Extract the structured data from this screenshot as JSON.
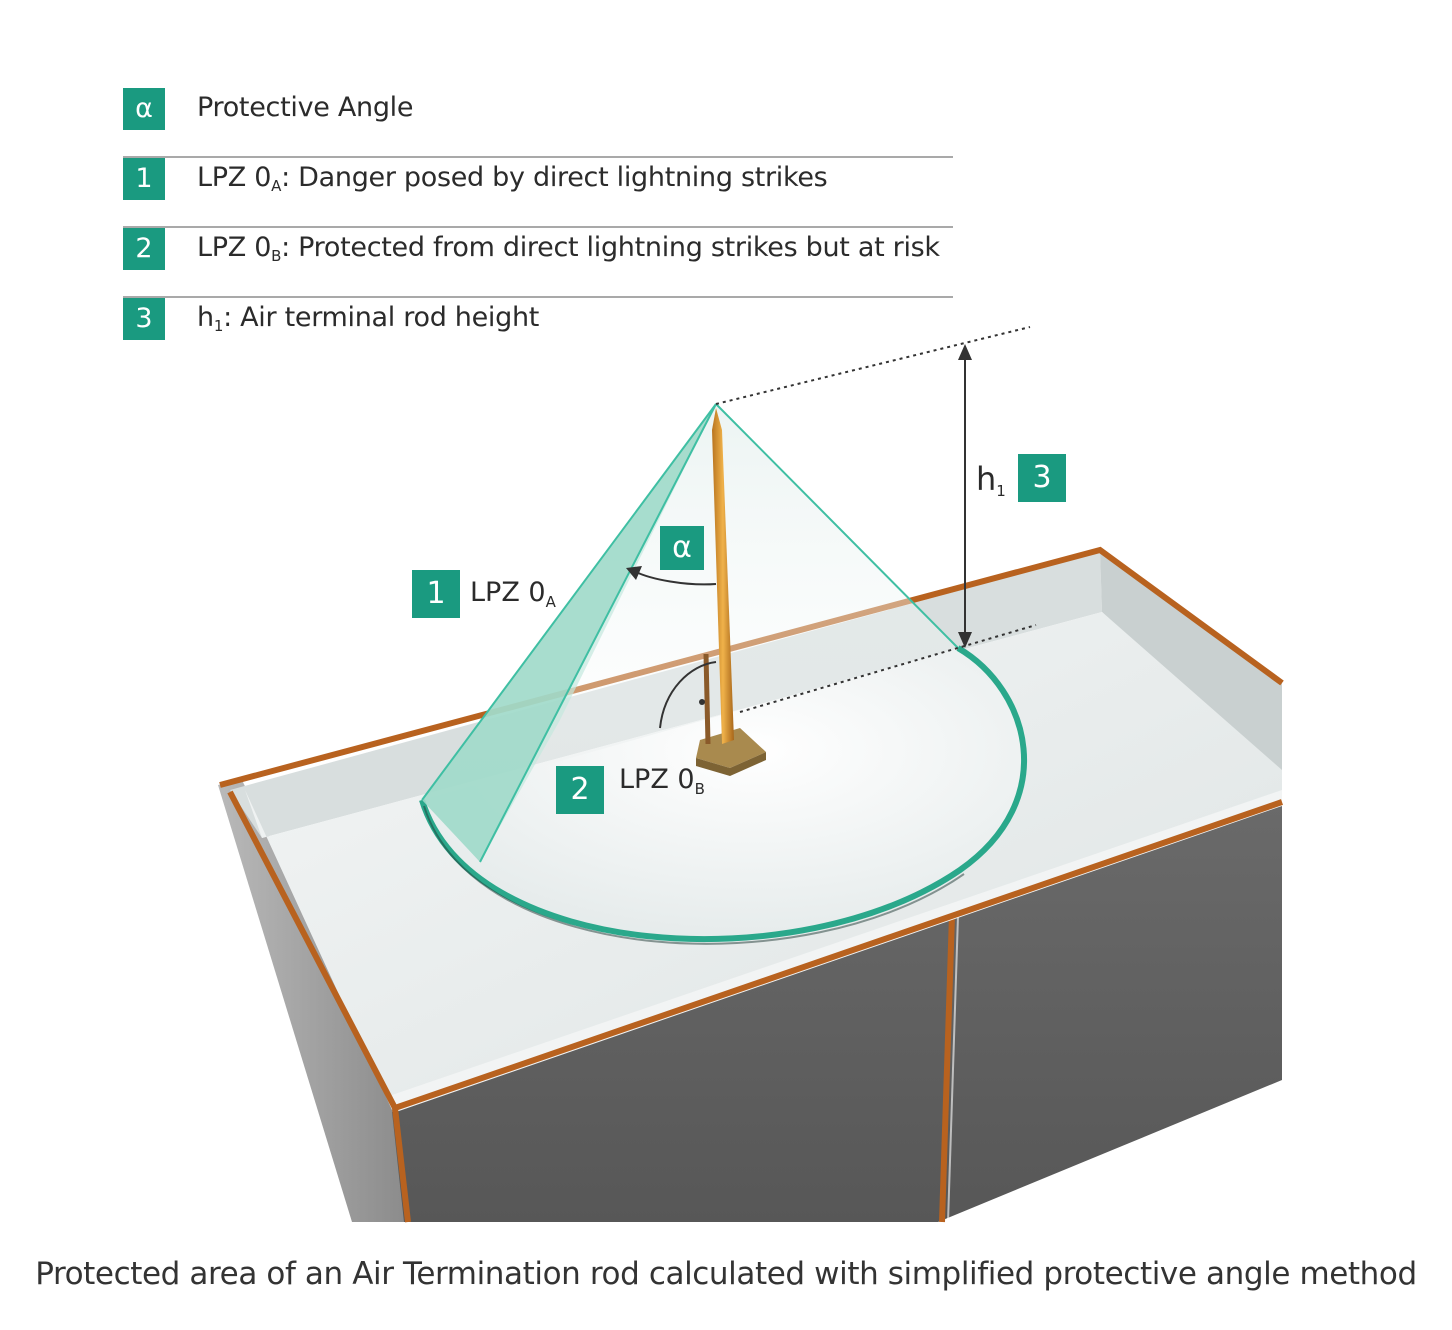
{
  "legend": [
    {
      "badge": "α",
      "text": "Protective Angle",
      "sub": "",
      "after": ""
    },
    {
      "badge": "1",
      "text": "LPZ 0",
      "sub": "A",
      "after": ": Danger posed by direct lightning strikes"
    },
    {
      "badge": "2",
      "text": "LPZ 0",
      "sub": "B",
      "after": ": Protected from direct lightning strikes but at risk"
    },
    {
      "badge": "3",
      "text": "h",
      "sub": "1",
      "after": ": Air terminal rod height"
    }
  ],
  "labels": {
    "alpha_badge": "α",
    "zone1_badge": "1",
    "zone1_text": "LPZ 0",
    "zone1_sub": "A",
    "zone2_badge": "2",
    "zone2_text": "LPZ 0",
    "zone2_sub": "B",
    "height_text": "h",
    "height_sub": "1",
    "height_badge": "3"
  },
  "caption": "Protected area of an Air Termination rod calculated with simplified protective angle method",
  "colors": {
    "teal": "#1a9a80",
    "cone_edge": "#3fbfa3",
    "copper": "#b8621f",
    "wall_dark": "#5f5f5f",
    "roof": "#e9eded"
  }
}
